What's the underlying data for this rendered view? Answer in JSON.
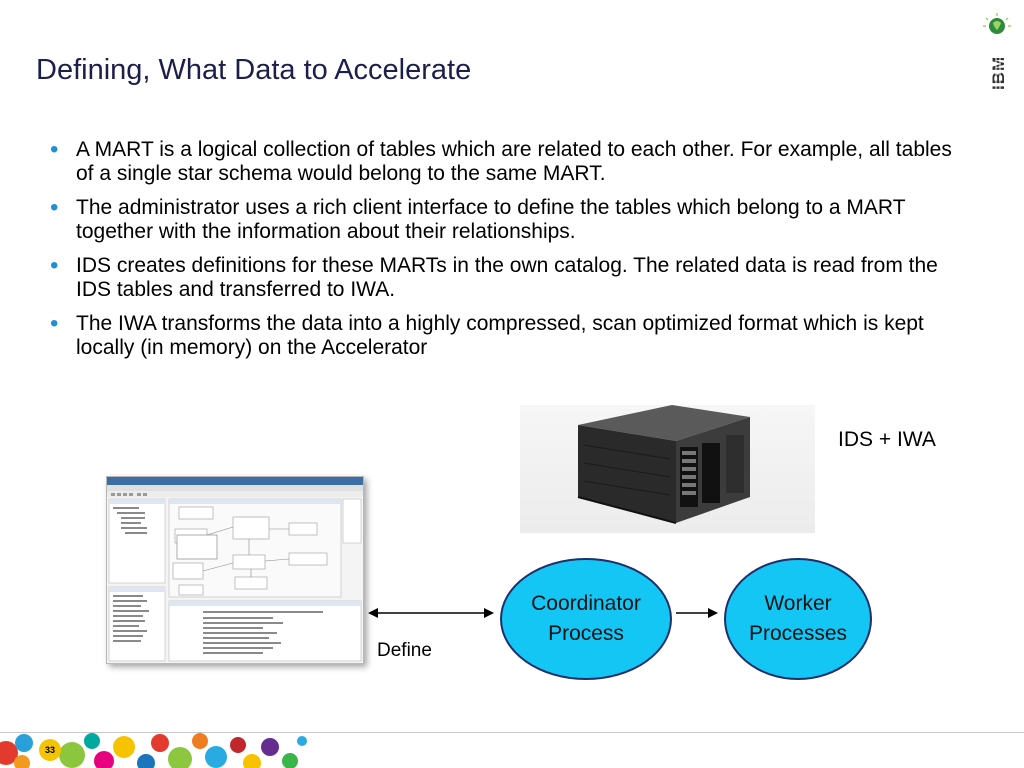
{
  "slide": {
    "title": "Defining, What Data to Accelerate",
    "logo_text": "IBM",
    "page_number": "33"
  },
  "bullets": [
    "A MART is a logical collection of tables which are related to each other. For example, all tables of a single star schema would belong to the same MART.",
    "The administrator uses a rich client interface to define the tables which belong to a MART together with the information about their relationships.",
    "IDS creates definitions for these MARTs in the own catalog. The related data is read from the IDS tables and transferred to IWA.",
    "The IWA transforms the data into a highly compressed, scan optimized format which is kept locally (in memory) on the Accelerator"
  ],
  "diagram": {
    "server_label": "IDS + IWA",
    "define_label": "Define",
    "coordinator_label": "Coordinator\nProcess",
    "worker_label": "Worker\nProcesses"
  },
  "colors": {
    "title": "#1b1f4a",
    "bullet": "#1f8fd6",
    "node_fill": "#14c6f4",
    "node_border": "#1f2f6a"
  }
}
